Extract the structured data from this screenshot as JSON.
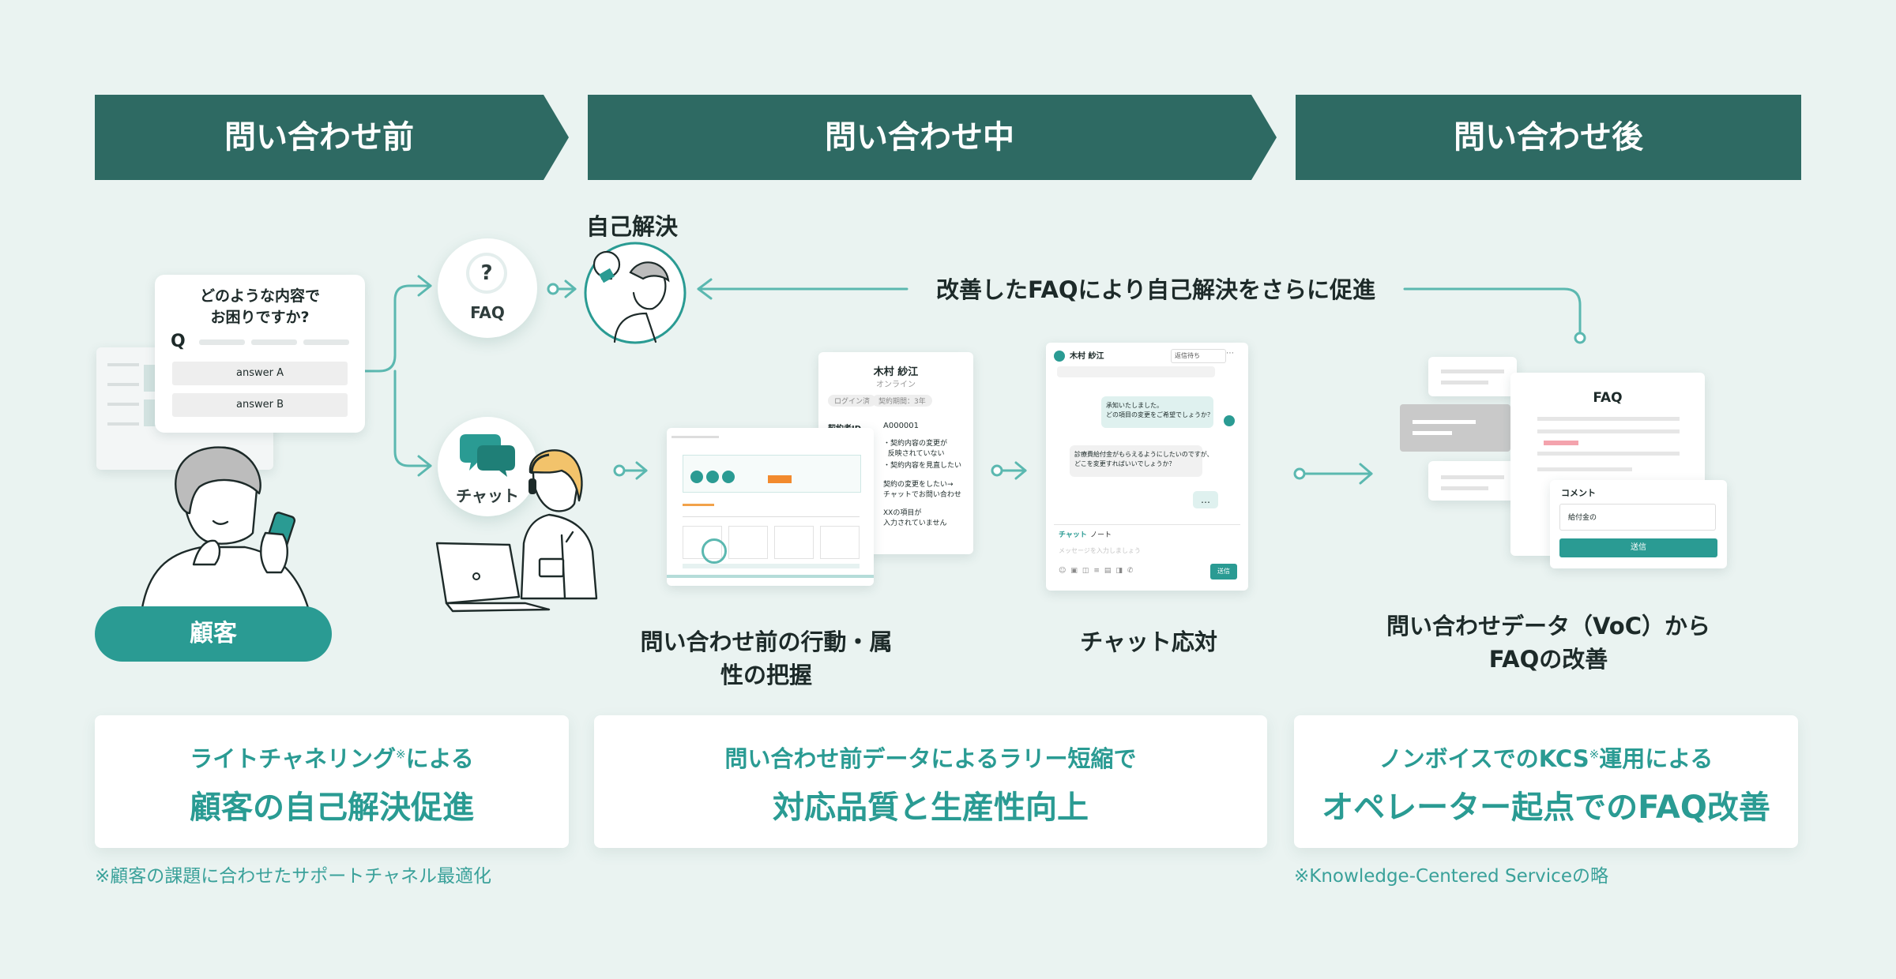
{
  "phases": [
    "問い合わせ前",
    "問い合わせ中",
    "問い合わせ後"
  ],
  "customer_card": {
    "question": "どのような内容で\nお困りですか?",
    "q_label": "Q",
    "answer_a": "answer A",
    "answer_b": "answer B"
  },
  "customer_label": "顧客",
  "faq_badge": {
    "glyph": "?",
    "label": "FAQ"
  },
  "chat_badge": {
    "label": "チャット"
  },
  "self_solve_label": "自己解決",
  "loop_label": "改善したFAQにより自己解決をさらに促進",
  "crm_panel": {
    "name": "木村 紗江",
    "status": "オンライン",
    "tag1": "ログイン済",
    "tag2": "契約期間：3年",
    "id_label": "契約者ID",
    "id_value": "A000001",
    "bullets": [
      "・契約内容の変更が\n  反映されていない",
      "・契約内容を見直したい"
    ],
    "note": "契約の変更をしたい→\nチャットでお問い合わせ",
    "missing": "XXの項目が\n入力されていません"
  },
  "chat_window": {
    "name": "木村 紗江",
    "status_select": "返信待ち",
    "msg1": "承知いたしました。\nどの項目の変更をご希望でしょうか？",
    "msg2": "診療費給付金がもらえるようにしたいのですが、\nどこを変更すればいいでしょうか？",
    "typing": "…",
    "tab_chat": "チャット",
    "tab_note": "ノート",
    "placeholder": "メッセージを入力しましょう",
    "send": "送信"
  },
  "faq_panel": {
    "title": "FAQ",
    "comment_label": "コメント",
    "comment_value": "給付金の",
    "send": "送信"
  },
  "captions": {
    "behavior": "問い合わせ前の行動・属性の把握",
    "chat": "チャット応対",
    "voc": "問い合わせデータ（VoC）から\nFAQの改善"
  },
  "summaries": [
    {
      "sub": "ライトチャネリング",
      "sup": "※",
      "sub_tail": "による",
      "main": "顧客の自己解決促進"
    },
    {
      "sub": "問い合わせ前データによるラリー短縮で",
      "sup": "",
      "sub_tail": "",
      "main": "対応品質と生産性向上"
    },
    {
      "sub": "ノンボイスでのKCS",
      "sup": "※",
      "sub_tail": "運用による",
      "main": "オペレーター起点でのFAQ改善"
    }
  ],
  "footnotes": [
    "※顧客の課題に合わせたサポートチャネル最適化",
    "※Knowledge-Centered Serviceの略"
  ],
  "colors": {
    "banner": "#2e6a63",
    "accent": "#2a9b93",
    "background": "#eaf3f1"
  }
}
